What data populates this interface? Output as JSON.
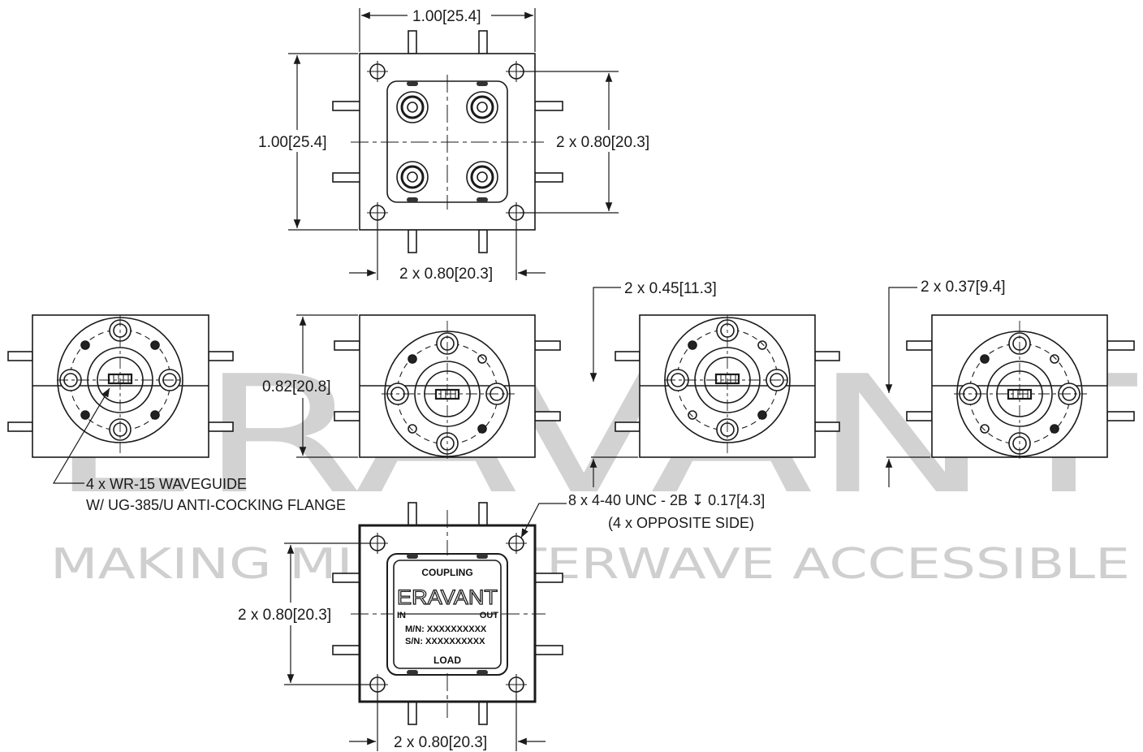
{
  "watermark": {
    "brand": "ERAVANT",
    "tagline": "MAKING MILLIMETERWAVE ACCESSIBLE",
    "color": "#c9c9c9"
  },
  "dimensions": {
    "top_width": "1.00[25.4]",
    "top_height": "1.00[25.4]",
    "top_right_spacing": "2 x 0.80[20.3]",
    "top_bottom_spacing": "2 x 0.80[20.3]",
    "side_height": "0.82[20.8]",
    "offset_a": "2 x 0.45[11.3]",
    "offset_b": "2 x 0.37[9.4]",
    "bottom_left_spacing": "2 x 0.80[20.3]",
    "bottom_bottom_spacing": "2 x 0.80[20.3]"
  },
  "notes": {
    "waveguide_line1": "4 x WR-15 WAVEGUIDE",
    "waveguide_line2": "W/ UG-385/U ANTI-COCKING FLANGE",
    "thread_line1": "8 x 4-40 UNC - 2B ↧ 0.17[4.3]",
    "thread_line2": "(4 x OPPOSITE SIDE)"
  },
  "label_plate": {
    "top": "COUPLING",
    "brand": "ERAVANT",
    "in": "IN",
    "out": "OUT",
    "mn": "M/N: XXXXXXXXXX",
    "sn": "S/N: XXXXXXXXXX",
    "bottom": "LOAD"
  },
  "colors": {
    "ink": "#1a1a1a",
    "watermark": "#c9c9c9"
  }
}
